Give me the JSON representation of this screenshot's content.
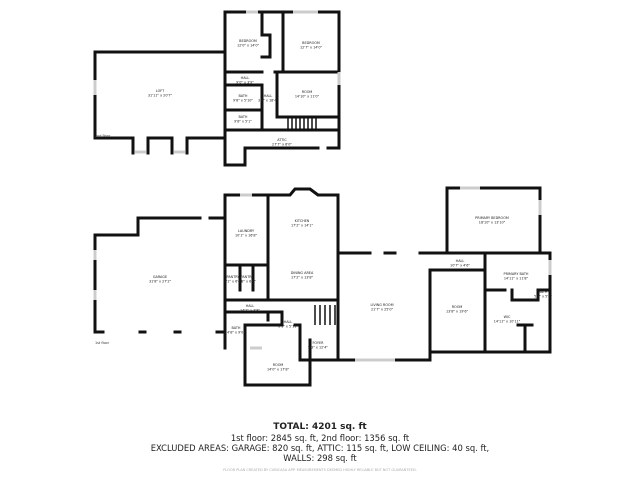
{
  "floors": {
    "second": {
      "label": "2nd floor",
      "rooms": [
        {
          "name": "LOFT",
          "dims": "31'11\" x 20'7\""
        },
        {
          "name": "BEDROOM",
          "dims": "12'0\" x 14'0\""
        },
        {
          "name": "BEDROOM",
          "dims": "12'7\" x 14'0\""
        },
        {
          "name": "HALL",
          "dims": "9'0\" x 3'9\""
        },
        {
          "name": "BATH",
          "dims": "9'8\" x 5'10\""
        },
        {
          "name": "HALL",
          "dims": "3'8\" x 18'4\""
        },
        {
          "name": "ROOM",
          "dims": "14'10\" x 11'0\""
        },
        {
          "name": "BATH",
          "dims": "9'8\" x 5'1\""
        },
        {
          "name": "ATTIC",
          "dims": "27'7\" x 6'0\""
        }
      ]
    },
    "first": {
      "label": "1st floor",
      "rooms": [
        {
          "name": "GARAGE",
          "dims": "31'8\" x 27'2\""
        },
        {
          "name": "LAUNDRY",
          "dims": "10'1\" x 16'8\""
        },
        {
          "name": "KITCHEN",
          "dims": "17'2\" x 14'1\""
        },
        {
          "name": "PANTRY",
          "dims": "5'1\" x 6'6\""
        },
        {
          "name": "PANTRY",
          "dims": "4'8\" x 6'6\""
        },
        {
          "name": "DINING AREA",
          "dims": "17'2\" x 13'8\""
        },
        {
          "name": "HALL",
          "dims": "14'2\" x 3'8\""
        },
        {
          "name": "BATH",
          "dims": "4'8\" x 9'0\""
        },
        {
          "name": "HALL",
          "dims": "6'1\" x 5'11\""
        },
        {
          "name": "FOYER",
          "dims": "9'3\" x 12'4\""
        },
        {
          "name": "ROOM",
          "dims": "14'0\" x 17'8\""
        },
        {
          "name": "LIVING ROOM",
          "dims": "21'7\" x 25'0\""
        },
        {
          "name": "PRIMARY BEDROOM",
          "dims": "18'10\" x 13'10\""
        },
        {
          "name": "HALL",
          "dims": "10'7\" x 4'6\""
        },
        {
          "name": "ROOM",
          "dims": "13'8\" x 19'6\""
        },
        {
          "name": "PRIMARY BATH",
          "dims": "14'11\" x 11'8\""
        },
        {
          "name": "BATH",
          "dims": "5'4\" x 5'8\""
        },
        {
          "name": "WIC",
          "dims": "14'11\" x 10'11\""
        }
      ]
    }
  },
  "summary": {
    "total": "TOTAL: 4201 sq. ft",
    "floors": "1st floor: 2845 sq. ft, 2nd floor: 1356 sq. ft",
    "excluded": "EXCLUDED AREAS: GARAGE: 820 sq. ft, ATTIC: 115 sq. ft, LOW CEILING: 40 sq. ft,",
    "walls": "WALLS: 298 sq. ft",
    "credit": "FLOOR PLAN CREATED BY CUBICASA APP. MEASUREMENTS DEEMED HIGHLY RELIABLE BUT NOT GUARANTEED."
  }
}
